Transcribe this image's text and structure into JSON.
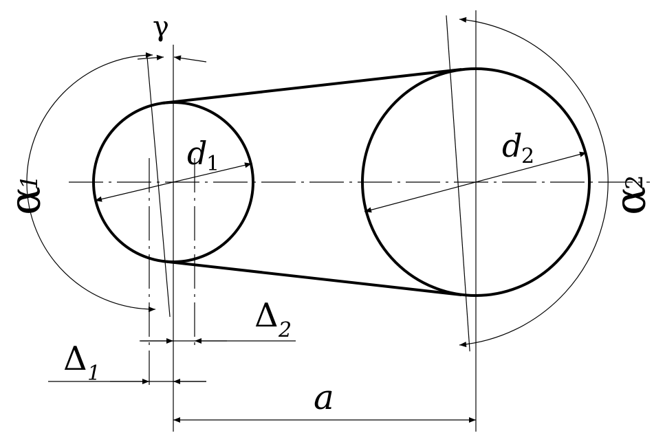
{
  "labels": {
    "gamma": "γ",
    "alpha1_main": "α",
    "alpha1_sub": "1",
    "alpha2_main": "α",
    "alpha2_sub": "2",
    "d1_main": "d",
    "d1_sub": "1",
    "d2_main": "d",
    "d2_sub": "2",
    "delta1_main": "Δ",
    "delta1_sub": "1",
    "delta2_main": "Δ",
    "delta2_sub": "2",
    "a": "a"
  },
  "colors": {
    "ink": "#000000",
    "background": "#ffffff"
  }
}
